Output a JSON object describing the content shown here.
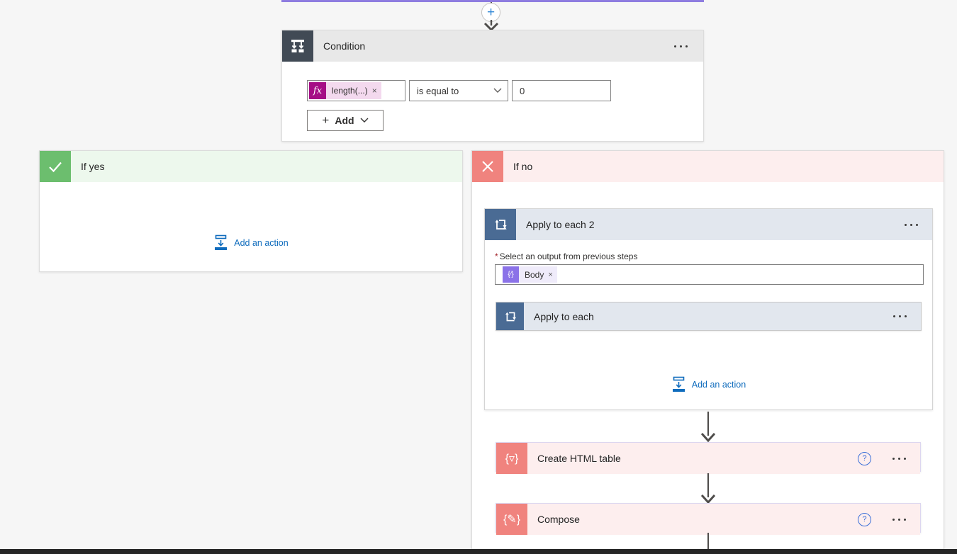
{
  "accents": {
    "purple_connector": "#8e7ce0",
    "condition_icon_bg": "#414a55",
    "if_yes_green": "#6cbe6e",
    "if_yes_header_bg": "#edf8ed",
    "if_no_red": "#f0837e",
    "if_no_header_bg": "#fdeeee",
    "loop_icon_bg": "#4a6b94",
    "loop_header_bg": "#e2e7ee",
    "data_op_purple": "#8b6fe8",
    "data_op_header_bg": "#f1edfb",
    "expression_magenta": "#a50e86",
    "expression_pill_bg": "#f3d9ee",
    "token_purple": "#8b72e8",
    "token_pill_bg": "#efebfa",
    "link_blue": "#0f6cbd",
    "arrow_gray": "#4f4d4b"
  },
  "insert_node": {
    "plus": "+"
  },
  "condition": {
    "title": "Condition",
    "fx": "fx",
    "expression_token": "length(...)",
    "token_close": "×",
    "operator": "is equal to",
    "value": "0",
    "plus": "+",
    "add_label": "Add"
  },
  "if_yes": {
    "title": "If yes",
    "add_action": "Add an action"
  },
  "if_no": {
    "title": "If no",
    "apply_to_each_2": {
      "title": "Apply to each 2",
      "required": "*",
      "field_label": "Select an output from previous steps",
      "token_glyph": "{∕}",
      "token": "Body",
      "token_close": "×",
      "nested_title": "Apply to each",
      "add_action": "Add an action"
    },
    "create_html_table": {
      "title": "Create HTML table",
      "glyph": "{▿}",
      "help": "?"
    },
    "compose": {
      "title": "Compose",
      "glyph": "{✎}",
      "help": "?"
    }
  }
}
